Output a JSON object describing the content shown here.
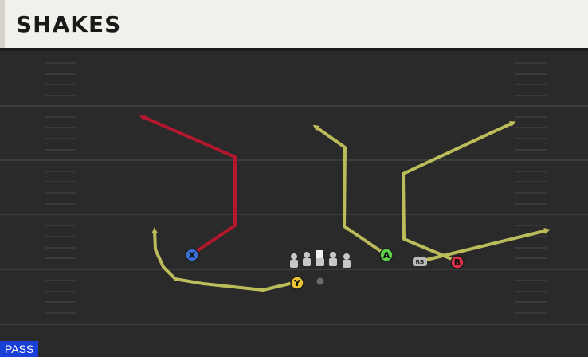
{
  "header": {
    "title": "SHAKES"
  },
  "footer": {
    "mode": "PASS"
  },
  "players": {
    "x": {
      "label": "X",
      "color": "#3b6fd4"
    },
    "y": {
      "label": "Y",
      "color": "#e8c233"
    },
    "a": {
      "label": "A",
      "color": "#5fcf4a"
    },
    "b": {
      "label": "B",
      "color": "#e0304a"
    },
    "rb": {
      "label": "RB",
      "color": "#b9b9b9"
    }
  },
  "colors": {
    "field": "#2a2a2a",
    "yard_line": "#3d3d3d",
    "route_red": "#b3182f",
    "route_yellow": "#bcbd5a",
    "lineman": "#c8c8c8",
    "qb": "#6b6b6b"
  }
}
